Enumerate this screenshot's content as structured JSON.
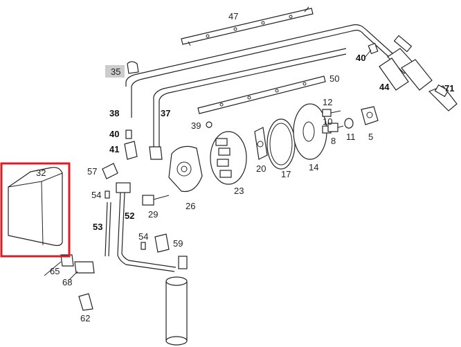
{
  "callouts": {
    "n47": "47",
    "n35": "35",
    "n40a": "40",
    "n44": "44",
    "n71": "71",
    "n50": "50",
    "n38": "38",
    "n37": "37",
    "n39": "39",
    "n40b": "40",
    "n41": "41",
    "n12": "12",
    "n10": "10",
    "n8": "8",
    "n11": "11",
    "n5": "5",
    "n20": "20",
    "n17": "17",
    "n14": "14",
    "n23": "23",
    "n26": "26",
    "n57": "57",
    "n54a": "54",
    "n29": "29",
    "n32": "32",
    "n53": "53",
    "n52": "52",
    "n54b": "54",
    "n59": "59",
    "n65": "65",
    "n68": "68",
    "n62": "62"
  },
  "highlight": {
    "color": "#d81f26",
    "target_part": "32"
  },
  "colors": {
    "line": "#222222",
    "shade": "#dddddd",
    "label_box": "#cccccc"
  }
}
